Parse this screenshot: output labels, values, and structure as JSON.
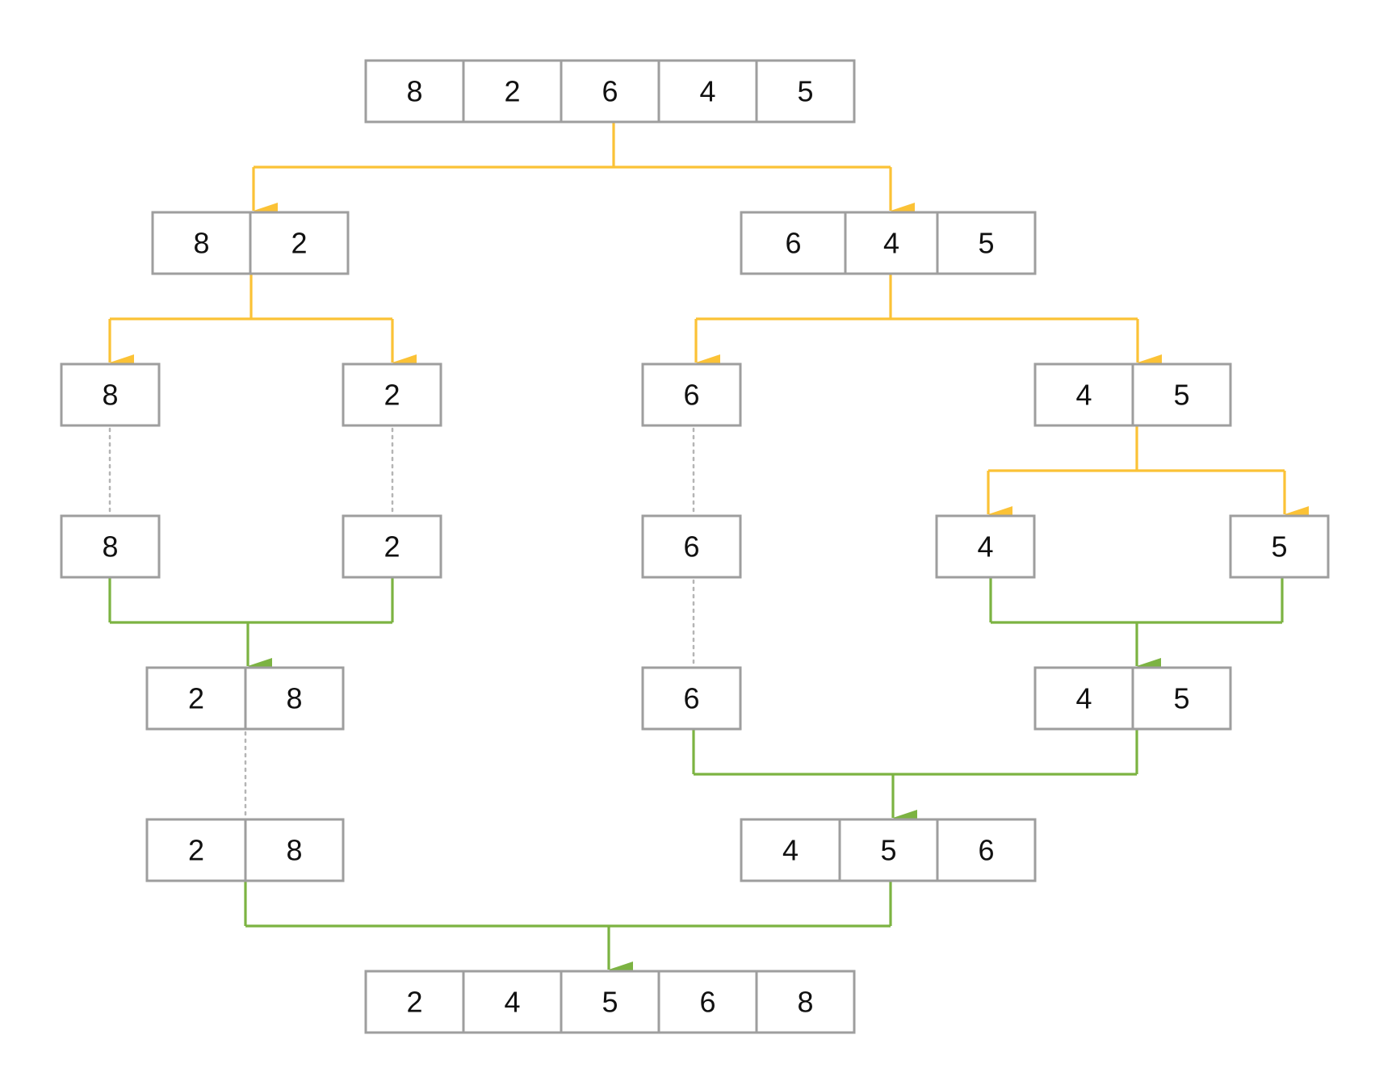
{
  "colors": {
    "split": "#fbc236",
    "merge": "#7cb342",
    "carry": "#b5b5b5",
    "cell_border": "#9e9e9e",
    "text": "#111111"
  },
  "arrays": [
    {
      "id": "a-root",
      "values": [
        "8",
        "2",
        "6",
        "4",
        "5"
      ]
    },
    {
      "id": "a-l",
      "values": [
        "8",
        "2"
      ]
    },
    {
      "id": "a-r",
      "values": [
        "6",
        "4",
        "5"
      ]
    },
    {
      "id": "a-ll",
      "values": [
        "8"
      ]
    },
    {
      "id": "a-lr",
      "values": [
        "2"
      ]
    },
    {
      "id": "a-rl",
      "values": [
        "6"
      ]
    },
    {
      "id": "a-rr",
      "values": [
        "4",
        "5"
      ]
    },
    {
      "id": "a-ll-single",
      "values": [
        "8"
      ]
    },
    {
      "id": "a-lr-single",
      "values": [
        "2"
      ]
    },
    {
      "id": "a-rl-single",
      "values": [
        "6"
      ]
    },
    {
      "id": "a-rrl",
      "values": [
        "4"
      ]
    },
    {
      "id": "a-rrr",
      "values": [
        "5"
      ]
    },
    {
      "id": "a-l-merged",
      "values": [
        "2",
        "8"
      ]
    },
    {
      "id": "a-rl-carry",
      "values": [
        "6"
      ]
    },
    {
      "id": "a-rr-merged",
      "values": [
        "4",
        "5"
      ]
    },
    {
      "id": "a-l-final",
      "values": [
        "2",
        "8"
      ]
    },
    {
      "id": "a-r-merged",
      "values": [
        "4",
        "5",
        "6"
      ]
    },
    {
      "id": "a-result",
      "values": [
        "2",
        "4",
        "5",
        "6",
        "8"
      ]
    }
  ]
}
